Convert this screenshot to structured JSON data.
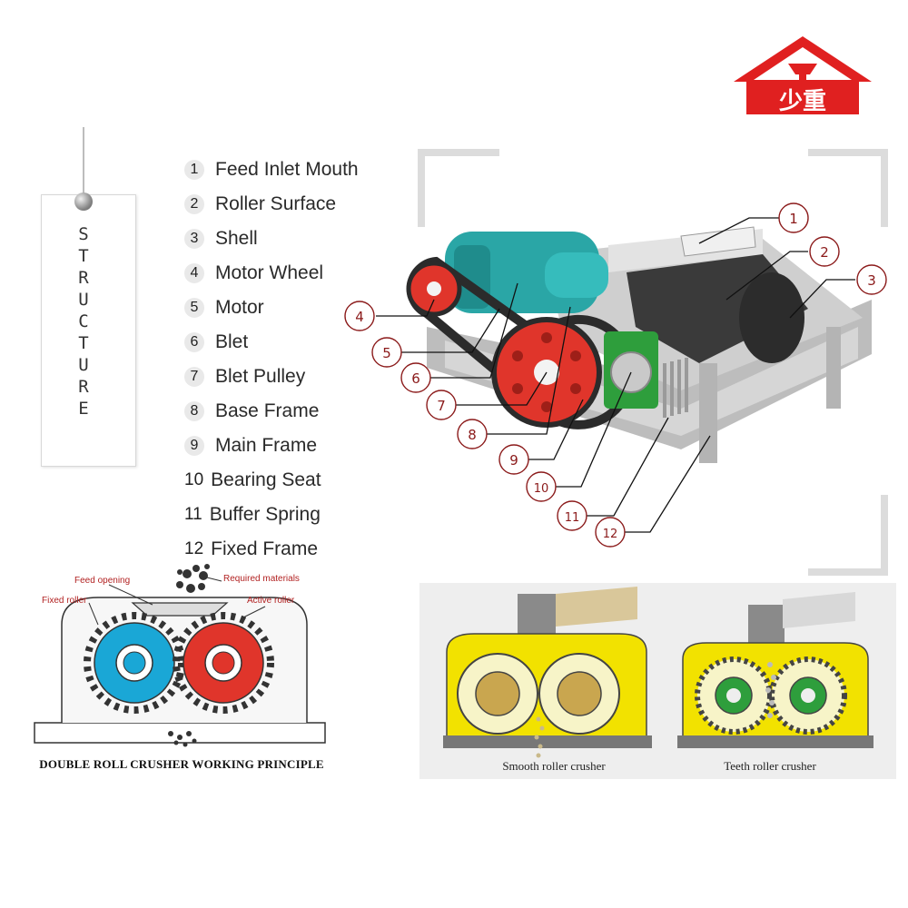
{
  "logo": {
    "text": "少重",
    "color": "#e02020"
  },
  "banner": {
    "letters": [
      "S",
      "T",
      "R",
      "U",
      "C",
      "T",
      "U",
      "R",
      "E"
    ]
  },
  "parts": [
    {
      "num": "1",
      "label": "Feed Inlet Mouth"
    },
    {
      "num": "2",
      "label": "Roller Surface"
    },
    {
      "num": "3",
      "label": "Shell"
    },
    {
      "num": "4",
      "label": "Motor Wheel"
    },
    {
      "num": "5",
      "label": "Motor"
    },
    {
      "num": "6",
      "label": "Blet"
    },
    {
      "num": "7",
      "label": "Blet Pulley"
    },
    {
      "num": "8",
      "label": "Base Frame"
    },
    {
      "num": "9",
      "label": "Main Frame"
    },
    {
      "num": "10",
      "label": "Bearing Seat"
    },
    {
      "num": "11",
      "label": "Buffer Spring"
    },
    {
      "num": "12",
      "label": "Fixed Frame"
    }
  ],
  "callouts": [
    "1",
    "2",
    "3",
    "4",
    "5",
    "6",
    "7",
    "8",
    "9",
    "10",
    "11",
    "12"
  ],
  "principle": {
    "feed_opening": "Feed opening",
    "required_materials": "Required materials",
    "fixed_roller": "Fixed roller",
    "active_roller": "Active roller",
    "caption": "DOUBLE ROLL CRUSHER WORKING PRINCIPLE"
  },
  "crushers": {
    "smooth": "Smooth roller crusher",
    "teeth": "Teeth roller crusher"
  },
  "colors": {
    "motor": "#2aa6a6",
    "pulley": "#e0352b",
    "bearing": "#2e9e3c",
    "frame": "#c9c9c9",
    "callout": "#8b1a1a",
    "fixed_roller": "#1aa7d6",
    "active_roller": "#e0352b",
    "crusher_yellow": "#f2e200"
  }
}
